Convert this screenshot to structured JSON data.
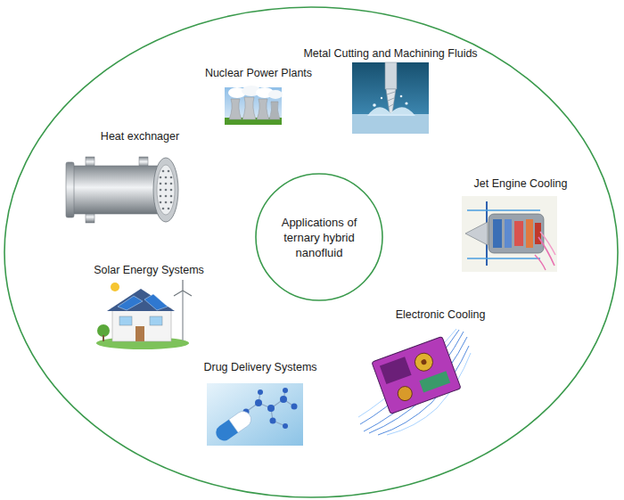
{
  "diagram": {
    "nodes": [
      {
        "text": [
          "Applications of ternary hybrid nanofluid"
        ]
      }
    ],
    "labels": [
      "Nuclear Power Plants",
      "Metal Cutting and Machining Fluids",
      "Heat exchnager",
      "Jet Engine Cooling",
      "Solar Energy Systems",
      "Electronic Cooling",
      "Drug Delivery Systems"
    ]
  }
}
